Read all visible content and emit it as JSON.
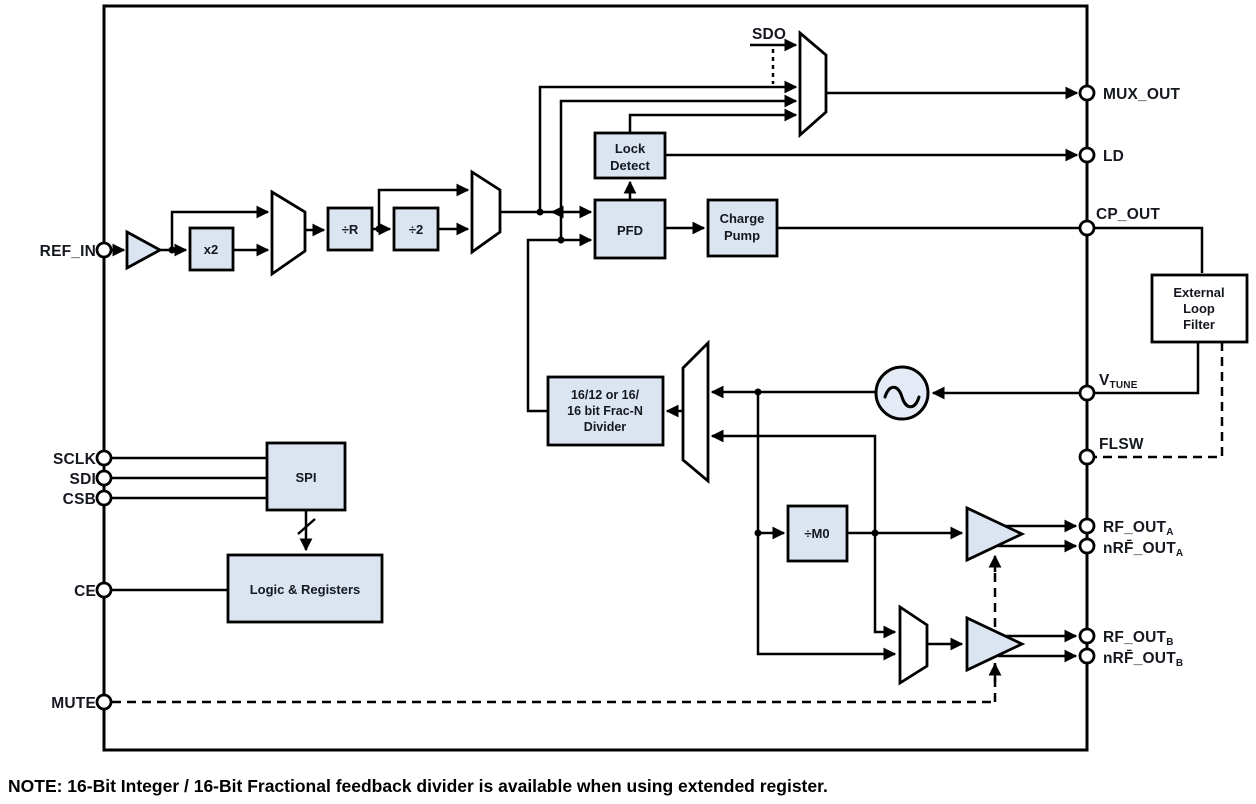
{
  "note": "NOTE: 16-Bit Integer / 16-Bit Fractional feedback divider is available when using extended register.",
  "colors": {
    "background": "#ffffff",
    "block_fill": "#dbe5f1",
    "mux_fill": "#ffffff",
    "wire": "#000000",
    "label": "#15181f"
  },
  "pins": {
    "left": [
      {
        "label": "REF_IN"
      },
      {
        "label": "SCLK"
      },
      {
        "label": "SDI"
      },
      {
        "label": "CSB"
      },
      {
        "label": "CE"
      },
      {
        "label": "MUTE"
      }
    ],
    "right": [
      {
        "base": "MUX_OUT",
        "sub": ""
      },
      {
        "base": "LD",
        "sub": ""
      },
      {
        "base": "CP_OUT",
        "sub": ""
      },
      {
        "base": "V",
        "sub": "TUNE"
      },
      {
        "base": "FLSW",
        "sub": ""
      },
      {
        "base": "RF_OUT",
        "sub": "A"
      },
      {
        "base": "nRF̄_OUT",
        "sub": "A"
      },
      {
        "base": "RF_OUT",
        "sub": "B"
      },
      {
        "base": "nRF̄_OUT",
        "sub": "B"
      }
    ],
    "sdo": {
      "label": "SDO"
    }
  },
  "blocks": {
    "x2": {
      "label": "x2"
    },
    "div_r": {
      "label": "÷R"
    },
    "div_2": {
      "label": "÷2"
    },
    "lock_detect": {
      "lines": [
        "Lock",
        "Detect"
      ]
    },
    "pfd": {
      "label": "PFD"
    },
    "charge_pump": {
      "lines": [
        "Charge",
        "Pump"
      ]
    },
    "frac_n_divider": {
      "lines": [
        "16/12 or 16/",
        "16 bit Frac-N",
        "Divider"
      ]
    },
    "spi": {
      "label": "SPI"
    },
    "logic_registers": {
      "label": "Logic & Registers"
    },
    "div_m0": {
      "label": "÷M0"
    },
    "external_loop_filter": {
      "lines": [
        "External",
        "Loop",
        "Filter"
      ]
    },
    "vco": {
      "symbol": "sine-oscillator"
    }
  }
}
